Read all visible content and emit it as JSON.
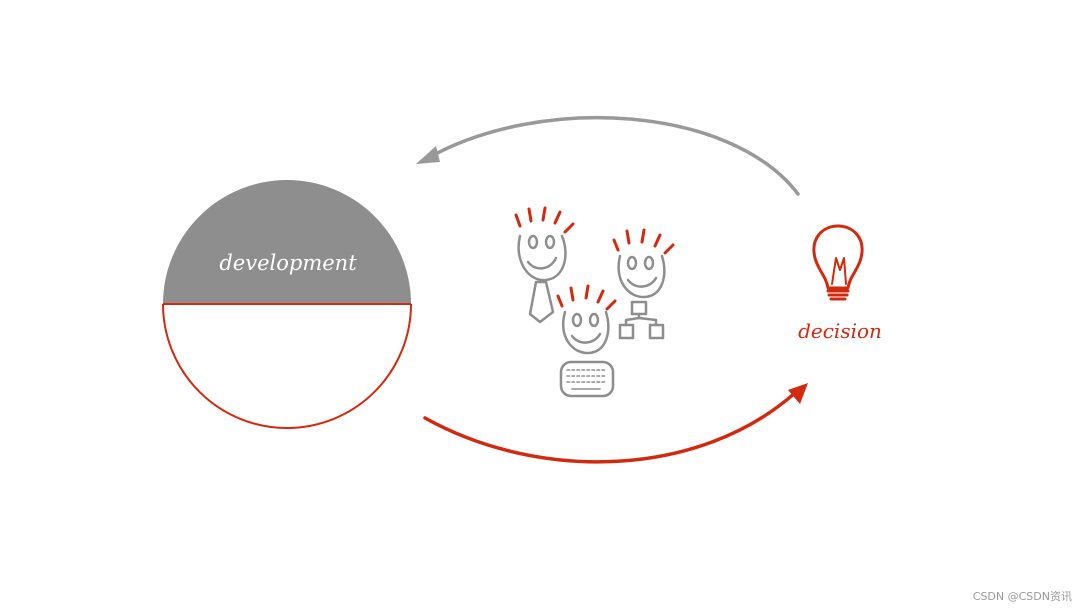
{
  "labels": {
    "development": "development",
    "decision": "decision"
  },
  "watermark": "CSDN @CSDN资讯",
  "colors": {
    "gray": "#8e8e8e",
    "red": "#d2290f",
    "white": "#ffffff"
  },
  "icons": {
    "team": "three-developers-icon",
    "bulb": "lightbulb-icon",
    "tie": "tie-icon",
    "keyboard": "keyboard-icon",
    "network": "network-diagram-icon"
  }
}
